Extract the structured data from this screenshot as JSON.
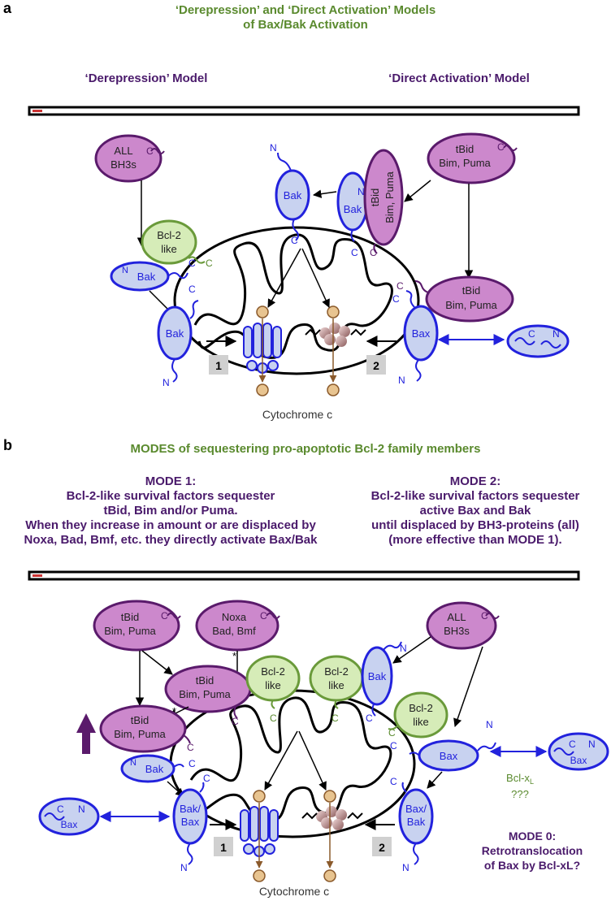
{
  "panel_a": {
    "letter": "a",
    "title_line1": "‘Derepression’ and ‘Direct Activation’ Models",
    "title_line2": "of Bax/Bak Activation",
    "left_model": "‘Derepression’ Model",
    "right_model": "‘Direct Activation’ Model",
    "all_bh3_1": "ALL",
    "all_bh3_2": "BH3s",
    "tbid_1": "tBid",
    "tbid_2": "Bim, Puma",
    "bim_puma_vertical": "Bim, Puma",
    "bcl2_1": "Bcl-2",
    "bcl2_2": "like",
    "bak": "Bak",
    "bax": "Bax",
    "c": "C",
    "n": "N",
    "step1": "1",
    "step2": "2",
    "cytochrome": "Cytochrome c"
  },
  "panel_b": {
    "letter": "b",
    "title": "MODES of sequestering pro-apoptotic Bcl-2 family members",
    "mode1_lines": [
      "MODE 1:",
      "Bcl-2-like survival factors sequester",
      "tBid, Bim and/or Puma.",
      "When they increase in amount or are displaced by",
      "Noxa, Bad, Bmf, etc. they directly activate Bax/Bak"
    ],
    "mode2_lines": [
      "MODE 2:",
      "Bcl-2-like survival factors sequester",
      "active Bax and Bak",
      "until displaced by BH3-proteins (all)",
      "(more effective than MODE 1)."
    ],
    "noxa_1": "Noxa",
    "noxa_2": "Bad, Bmf",
    "bak_bax_1": "Bak/",
    "bak_bax_2": "Bax",
    "bax_bak_1": "Bax/",
    "bax_bak_2": "Bak",
    "bclxl": "Bcl-x",
    "bclxl_sub": "L",
    "qmarks": "???",
    "mode0_lines": [
      "MODE 0:",
      "Retrotranslocation",
      "of Bax by Bcl-xL?"
    ],
    "star": "*"
  },
  "colors": {
    "purple_fill": "#cc88cc",
    "purple_stroke": "#5a1a6b",
    "blue_fill": "#c8d2f0",
    "blue_stroke": "#2222dd",
    "green_fill": "#d6ecb8",
    "green_stroke": "#6a9a3a",
    "title_green": "#5a8a2e",
    "head_purple": "#4a1a6b"
  }
}
